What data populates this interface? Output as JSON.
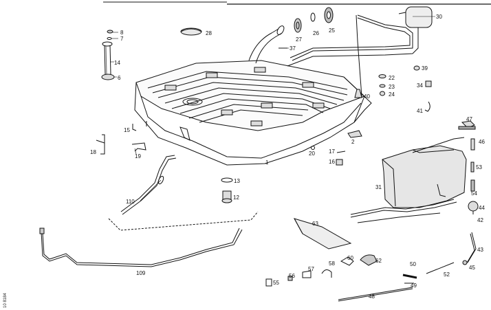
{
  "diagram": {
    "reference": "10 8184",
    "parts": {
      "p1": "1",
      "p2": "2",
      "p6": "6",
      "p7": "7",
      "p8": "8",
      "p12": "12",
      "p13": "13",
      "p14": "14",
      "p15": "15",
      "p16": "16",
      "p17": "17",
      "p18": "18",
      "p19": "19",
      "p20": "20",
      "p22": "22",
      "p23": "23",
      "p24": "24",
      "p25": "25",
      "p26": "26",
      "p27": "27",
      "p28": "28",
      "p30": "30",
      "p31": "31",
      "p34": "34",
      "p37": "37",
      "p39": "39",
      "p40": "40",
      "p41": "41",
      "p42": "42",
      "p43": "43",
      "p44": "44",
      "p45": "45",
      "p46": "46",
      "p47": "47",
      "p48": "48",
      "p49": "49",
      "p50": "50",
      "p52": "52",
      "p53": "53",
      "p54": "54",
      "p55": "55",
      "p56": "56",
      "p57": "57",
      "p58": "58",
      "p60": "60",
      "p62": "62",
      "p63": "63",
      "p109": "109",
      "p110": "110"
    }
  }
}
